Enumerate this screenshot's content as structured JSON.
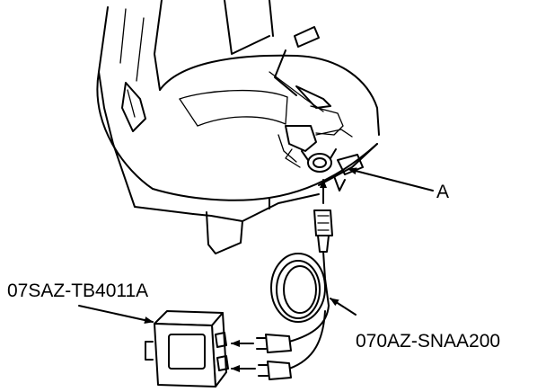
{
  "labels": {
    "part_a": "A",
    "tester_part_number": "07SAZ-TB4011A",
    "harness_part_number": "070AZ-SNAA200"
  },
  "icons": [
    "seat-illustration",
    "connector-a",
    "test-harness-cable",
    "tester-box"
  ],
  "colors": {
    "line": "#000000",
    "background": "#ffffff"
  }
}
